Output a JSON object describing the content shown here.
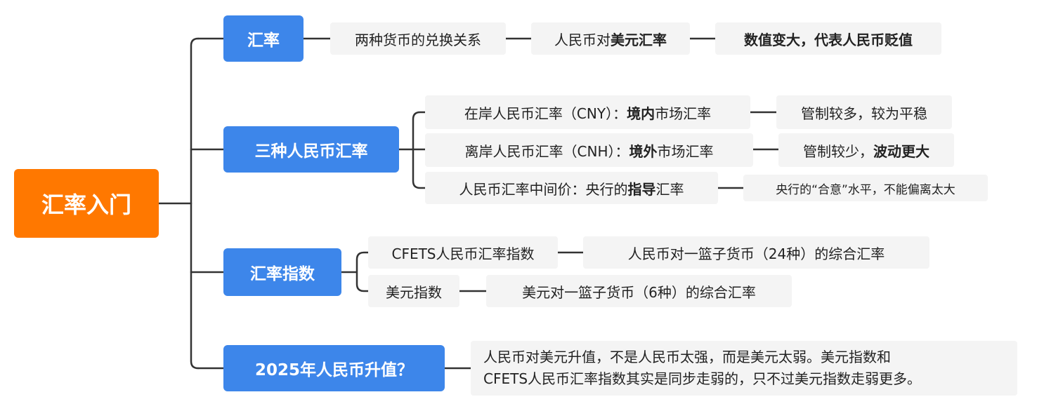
{
  "root": {
    "label": "汇率入门"
  },
  "branches": [
    {
      "label": "汇率",
      "chain": [
        {
          "parts": [
            {
              "t": "两种货币的兑换关系"
            }
          ]
        },
        {
          "parts": [
            {
              "t": "人民币对"
            },
            {
              "t": "美元汇率",
              "b": true
            }
          ]
        },
        {
          "parts": [
            {
              "t": "数值变大，代表人民币贬值",
              "b": true
            }
          ]
        }
      ]
    },
    {
      "label": "三种人民币汇率",
      "rows": [
        {
          "parts": [
            {
              "t": "在岸人民币汇率（CNY）："
            },
            {
              "t": "境内",
              "b": true
            },
            {
              "t": "市场汇率"
            }
          ],
          "detail": [
            {
              "t": "管制较多，较为平稳"
            }
          ]
        },
        {
          "parts": [
            {
              "t": "离岸人民币汇率（CNH）："
            },
            {
              "t": "境外",
              "b": true
            },
            {
              "t": "市场汇率"
            }
          ],
          "detail": [
            {
              "t": "管制较少，"
            },
            {
              "t": "波动更大",
              "b": true
            }
          ]
        },
        {
          "parts": [
            {
              "t": "人民币汇率中间价：央行的"
            },
            {
              "t": "指导",
              "b": true
            },
            {
              "t": "汇率"
            }
          ],
          "detail": [
            {
              "t": "央行的“合意”水平，不能偏离太大"
            }
          ]
        }
      ]
    },
    {
      "label": "汇率指数",
      "rows": [
        {
          "parts": [
            {
              "t": "CFETS人民币汇率指数"
            }
          ],
          "detail": [
            {
              "t": "人民币对一篮子货币（24种）的综合汇率"
            }
          ]
        },
        {
          "parts": [
            {
              "t": "美元指数"
            }
          ],
          "detail": [
            {
              "t": "美元对一篮子货币（6种）的综合汇率"
            }
          ]
        }
      ]
    },
    {
      "label": "2025年人民币升值？",
      "lines": [
        "人民币对美元升值，不是人民币太强，而是美元太弱。美元指数和",
        "CFETS人民币汇率指数其实是同步走弱的，只不过美元指数走弱更多。"
      ]
    }
  ],
  "colors": {
    "root": "#ff7800",
    "branch": "#3d86ea",
    "leaf": "#f4f4f4",
    "line": "#333333"
  }
}
